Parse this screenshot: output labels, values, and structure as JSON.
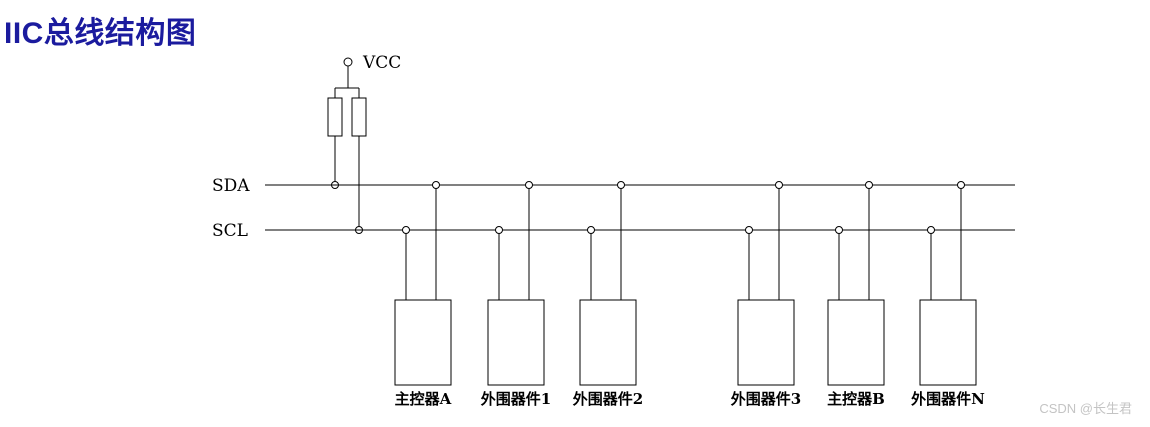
{
  "title": "IIC总线结构图",
  "labels": {
    "vcc": "VCC",
    "sda": "SDA",
    "scl": "SCL"
  },
  "devices": [
    {
      "label": "主控器A"
    },
    {
      "label": "外围器件1"
    },
    {
      "label": "外围器件2"
    },
    {
      "label": "外围器件3"
    },
    {
      "label": "主控器B"
    },
    {
      "label": "外围器件N"
    }
  ],
  "watermark": "CSDN @长生君",
  "colors": {
    "title": "#1b1b9e",
    "line": "#000000",
    "watermark": "#c4c4c4"
  }
}
